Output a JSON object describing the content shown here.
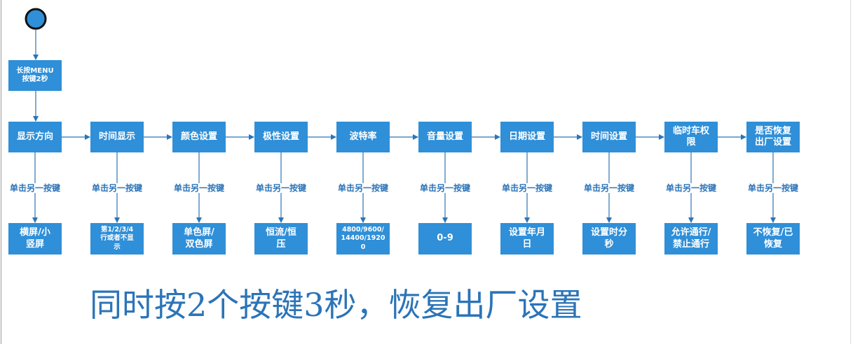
{
  "start_node": {
    "shape": "circle",
    "fill": "#2f8fd8",
    "stroke": "#111111"
  },
  "colors": {
    "box_fill": "#2f8fd8",
    "box_text": "#ffffff",
    "arrow": "#2b74b8",
    "label_text": "#2b74b8",
    "footer_text": "#2b74b8"
  },
  "menu_step": {
    "label": "长按MENU\n按键2秒"
  },
  "steps": [
    {
      "label": "显示方向",
      "action": "单击另一按键",
      "option": "横屏/小\n竖屏"
    },
    {
      "label": "时间显示",
      "action": "单击另一按键",
      "option": "第1/2/3/4\n行或者不显\n示"
    },
    {
      "label": "颜色设置",
      "action": "单击另一按键",
      "option": "单色屏/\n双色屏"
    },
    {
      "label": "极性设置",
      "action": "单击另一按键",
      "option": "恒流/恒\n压"
    },
    {
      "label": "波特率",
      "action": "单击另一按键",
      "option": "4800/9600/\n14400/1920\n0"
    },
    {
      "label": "音量设置",
      "action": "单击另一按键",
      "option": "0-9"
    },
    {
      "label": "日期设置",
      "action": "单击另一按键",
      "option": "设置年月\n日"
    },
    {
      "label": "时间设置",
      "action": "单击另一按键",
      "option": "设置时分\n秒"
    },
    {
      "label": "临时车权\n限",
      "action": "单击另一按键",
      "option": "允许通行/\n禁止通行"
    },
    {
      "label": "是否恢复\n出厂设置",
      "action": "单击另一按键",
      "option": "不恢复/已\n恢复"
    }
  ],
  "footer_note": "同时按2个按键3秒，恢复出厂设置"
}
